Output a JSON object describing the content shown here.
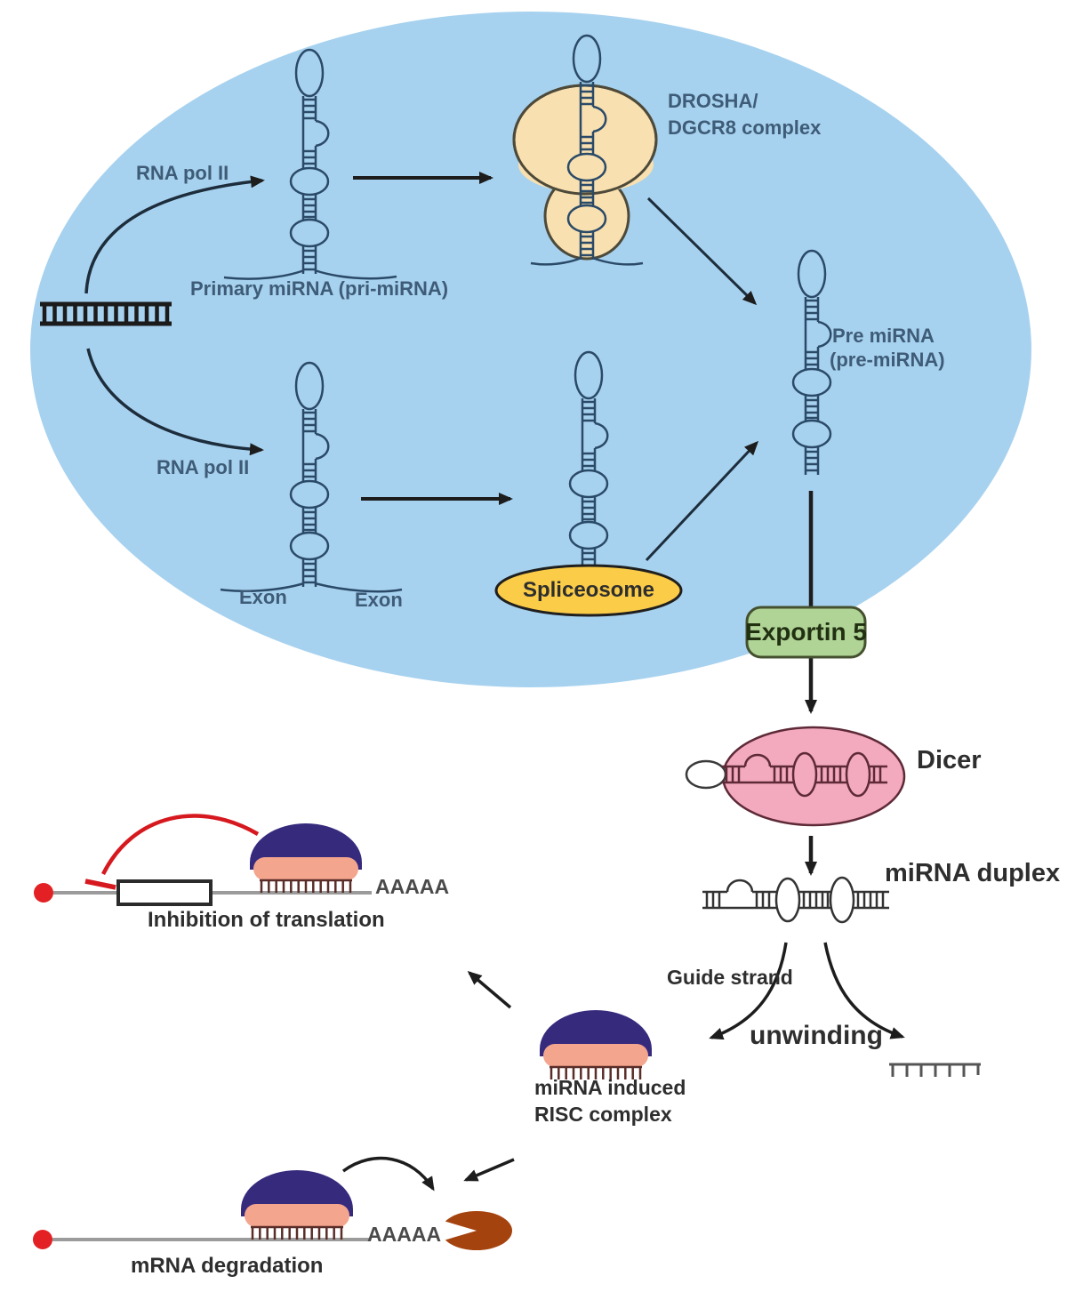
{
  "figure": {
    "description": "miRNA biogenesis pathway diagram"
  },
  "colors": {
    "nucleus": "#A7D2EF",
    "rna_stroke": "#2A4A68",
    "drosha": "#F8E0B0",
    "spliceosome": "#FBCC48",
    "exportin": "#AFD496",
    "dicer": "#F3AABE",
    "dicer_stroke": "#5E2A38",
    "risc_dome": "#362A7D",
    "risc_band": "#F3A58D",
    "risc_teeth": "#5A2D28",
    "exonuclease": "#A5430F",
    "cap": "#E32024",
    "inhibit_arrow": "#D6191F",
    "mrna_gray": "#9B9B9B",
    "arrow_dark": "#1D1D1D"
  },
  "nucleus": {
    "labels": {
      "rna_pol_ii_top": "RNA pol II",
      "rna_pol_ii_bottom": "RNA pol II",
      "primary_mirna": "Primary miRNA (pri-miRNA)",
      "drosha_line1": "DROSHA/",
      "drosha_line2": "DGCR8 complex",
      "exon_left": "Exon",
      "exon_right": "Exon",
      "spliceosome": "Spliceosome",
      "pre_mirna_line1": "Pre miRNA",
      "pre_mirna_line2": "(pre-miRNA)"
    }
  },
  "cytoplasm": {
    "labels": {
      "exportin5": "Exportin 5",
      "dicer": "Dicer",
      "mirna_duplex": "miRNA duplex",
      "guide_strand": "Guide strand",
      "unwinding": "unwinding",
      "risc_line1": "miRNA induced",
      "risc_line2": "RISC complex",
      "inhibition": "Inhibition of translation",
      "poly_a_tail_1": "AAAAA",
      "mrna_degradation": "mRNA degradation",
      "poly_a_tail_2": "AAAAA"
    }
  }
}
